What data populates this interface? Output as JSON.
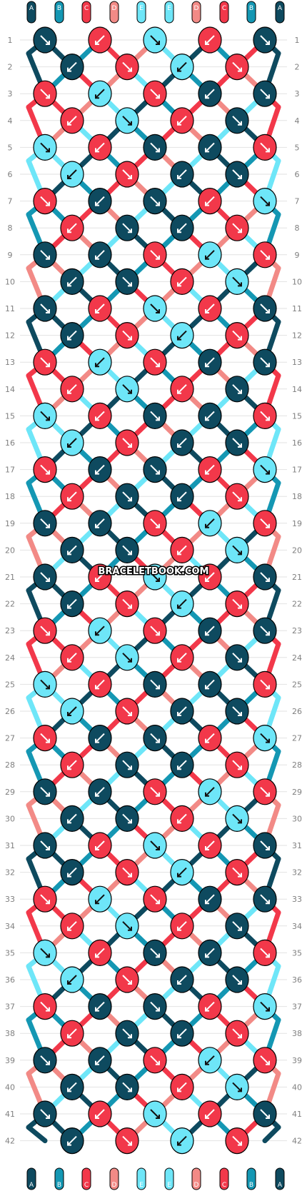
{
  "watermark": "BRACELETBOOK.COM",
  "strand_letters": [
    "A",
    "B",
    "C",
    "D",
    "E",
    "E",
    "D",
    "C",
    "B",
    "A"
  ],
  "row_numbers": [
    "1",
    "2",
    "3",
    "4",
    "5",
    "6",
    "7",
    "8",
    "9",
    "10",
    "11",
    "12",
    "13",
    "14",
    "15",
    "16",
    "17",
    "18",
    "19",
    "20",
    "21",
    "22",
    "23",
    "24",
    "25",
    "26",
    "27",
    "28",
    "29",
    "30",
    "31",
    "32",
    "33",
    "34",
    "35",
    "36",
    "37",
    "38",
    "39",
    "40",
    "41",
    "42"
  ],
  "colors": {
    "A": "#0e4a5f",
    "B": "#1497b3",
    "C": "#f2384a",
    "D": "#f28a86",
    "E": "#6ee6f8"
  }
}
